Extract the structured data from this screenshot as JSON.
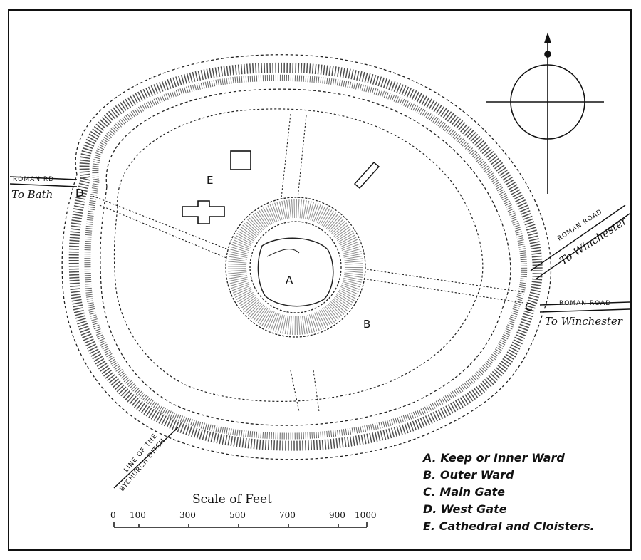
{
  "labels": {
    "A": "A",
    "B": "B",
    "C": "C",
    "D": "D",
    "E": "E"
  },
  "roads": {
    "bath": {
      "name": "ROMAN RD",
      "dest": "To Bath"
    },
    "winchester_ne": {
      "name": "ROMAN ROAD",
      "dest": "To Winchester"
    },
    "winchester_e": {
      "name": "ROMAN ROAD",
      "dest": "To Winchester"
    },
    "ditch": {
      "line1": "LINE OF THE",
      "line2": "BYCHURCH DITCH"
    }
  },
  "legend": [
    "A. Keep or Inner Ward",
    "B. Outer Ward",
    "C. Main Gate",
    "D. West Gate",
    "E. Cathedral and Cloisters."
  ],
  "scale": {
    "title": "Scale of Feet",
    "ticks": [
      "0",
      "100",
      "300",
      "500",
      "700",
      "900",
      "1000"
    ]
  },
  "colors": {
    "ink": "#111111",
    "paper": "#ffffff"
  }
}
